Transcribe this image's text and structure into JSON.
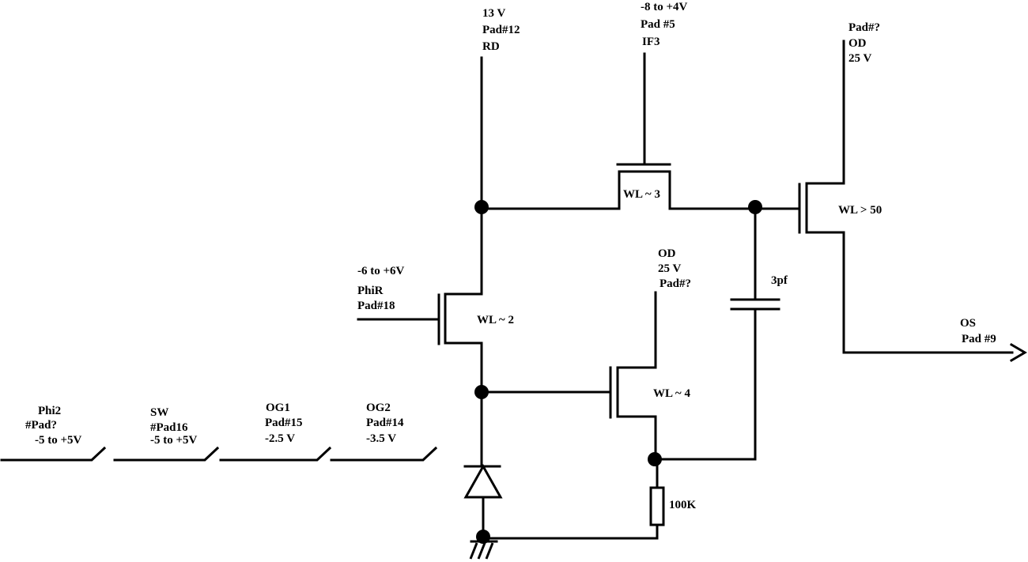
{
  "rd_label": [
    "13 V",
    "Pad#12",
    "RD"
  ],
  "if3_label": [
    "-8 to +4V",
    "Pad #5",
    "IF3"
  ],
  "od_out_label": [
    "Pad#?",
    "OD",
    "25 V"
  ],
  "od_src_label": [
    "OD",
    "25 V",
    "Pad#?"
  ],
  "phir_label": [
    "-6 to +6V",
    "PhiR",
    "Pad#18"
  ],
  "os_label": [
    "OS",
    "Pad #9"
  ],
  "capacitor_label": "3pf",
  "resistor_label": "100K",
  "transistors": {
    "reset": "WL ~ 2",
    "if3": "WL ~ 3",
    "source": "WL ~ 4",
    "output": "WL > 50"
  },
  "switches": [
    {
      "lines": [
        "Phi2",
        "#Pad?",
        "-5 to +5V"
      ]
    },
    {
      "lines": [
        "SW",
        "#Pad16",
        "-5 to +5V"
      ]
    },
    {
      "lines": [
        "OG1",
        "Pad#15",
        "-2.5 V"
      ]
    },
    {
      "lines": [
        "OG2",
        "Pad#14",
        "-3.5 V"
      ]
    }
  ],
  "colors": {
    "ink": "#000000",
    "background": "#ffffff"
  }
}
